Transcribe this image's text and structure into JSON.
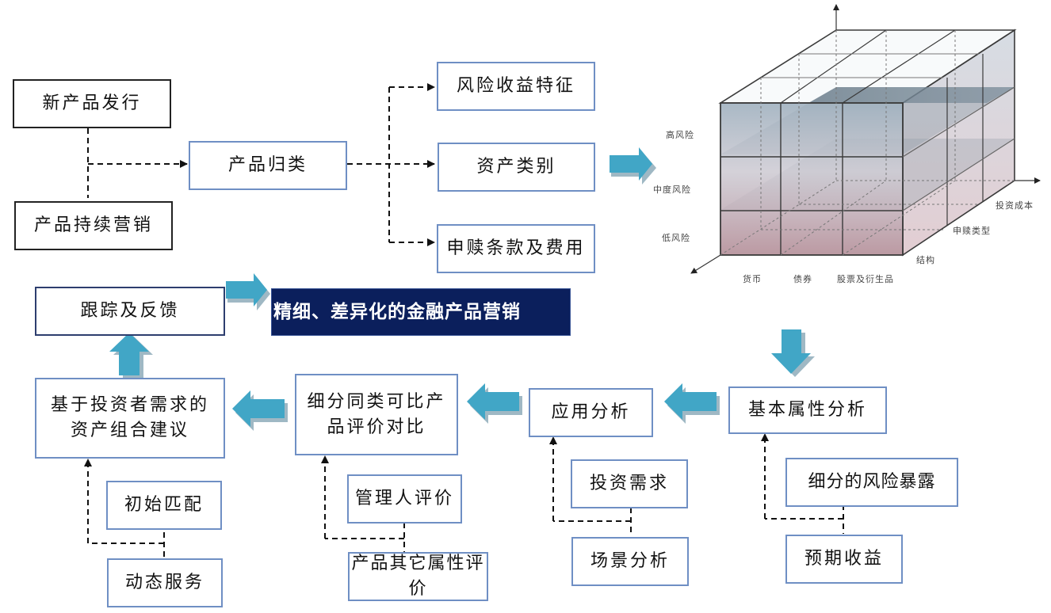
{
  "top_flow": {
    "new_product": "新产品发行",
    "ongoing_marketing": "产品持续营销",
    "classification": "产品归类",
    "risk_return": "风险收益特征",
    "asset_class": "资产类别",
    "subscription_terms": "申赎条款及费用"
  },
  "cube": {
    "risk_levels": [
      "高风险",
      "中度风险",
      "低风险"
    ],
    "asset_types": [
      "货币",
      "债券",
      "股票及衍生品"
    ],
    "depth_dims": [
      "投资成本",
      "申赎类型",
      "结构"
    ]
  },
  "bottom_flow": {
    "tracking_feedback": "跟踪及反馈",
    "result": "精细、差异化的金融产品营销",
    "basic_attr": "基本属性分析",
    "application": "应用分析",
    "peer_compare_line1": "细分同类可比产",
    "peer_compare_line2": "品评价对比",
    "portfolio_line1": "基于投资者需求的",
    "portfolio_line2": "资产组合建议",
    "initial_match": "初始匹配",
    "dynamic_service": "动态服务",
    "manager_eval": "管理人评价",
    "other_attr_eval": "产品其它属性评价",
    "invest_need": "投资需求",
    "scenario": "场景分析",
    "risk_exposure": "细分的风险暴露",
    "expected_return": "预期收益"
  },
  "colors": {
    "arrow_fill": "#41a6c6",
    "navy": "#0b1f5c",
    "box_border_blue": "#6f8fc4"
  }
}
